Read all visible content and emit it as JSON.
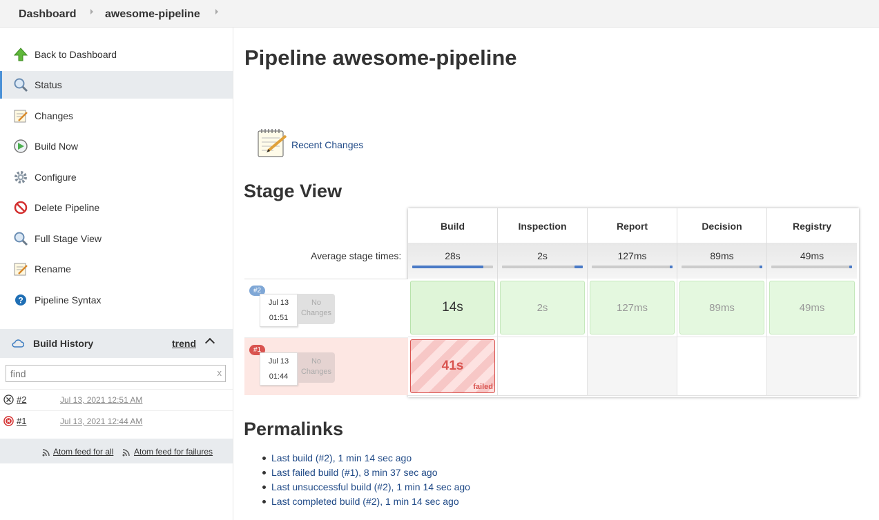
{
  "breadcrumb": {
    "items": [
      "Dashboard",
      "awesome-pipeline"
    ]
  },
  "sidebar": {
    "tasks": [
      {
        "label": "Back to Dashboard",
        "icon": "up-arrow-icon"
      },
      {
        "label": "Status",
        "icon": "magnifier-icon"
      },
      {
        "label": "Changes",
        "icon": "notepad-icon"
      },
      {
        "label": "Build Now",
        "icon": "clock-play-icon"
      },
      {
        "label": "Configure",
        "icon": "gear-icon"
      },
      {
        "label": "Delete Pipeline",
        "icon": "no-entry-icon"
      },
      {
        "label": "Full Stage View",
        "icon": "magnifier-icon"
      },
      {
        "label": "Rename",
        "icon": "notepad-icon"
      },
      {
        "label": "Pipeline Syntax",
        "icon": "help-icon"
      }
    ],
    "active_task": "Status",
    "build_history": {
      "title": "Build History",
      "trend_label": "trend",
      "find_placeholder": "find",
      "find_clear": "x",
      "builds": [
        {
          "number": "#2",
          "time": "Jul 13, 2021 12:51 AM",
          "status": "aborted"
        },
        {
          "number": "#1",
          "time": "Jul 13, 2021 12:44 AM",
          "status": "failed"
        }
      ],
      "feeds": {
        "all": "Atom feed for all",
        "failures": "Atom feed for failures"
      }
    }
  },
  "main": {
    "title": "Pipeline awesome-pipeline",
    "recent_changes_label": "Recent Changes",
    "stage_view": {
      "title": "Stage View",
      "avg_label": "Average stage times:",
      "stages": [
        {
          "name": "Build",
          "avg": "28s",
          "avg_fraction": 0.88
        },
        {
          "name": "Inspection",
          "avg": "2s",
          "avg_fraction": 0.1
        },
        {
          "name": "Report",
          "avg": "127ms",
          "avg_fraction": 0.02
        },
        {
          "name": "Decision",
          "avg": "89ms",
          "avg_fraction": 0.02
        },
        {
          "name": "Registry",
          "avg": "49ms",
          "avg_fraction": 0.02
        }
      ],
      "runs": [
        {
          "badge": "#2",
          "date": "Jul 13",
          "time": "01:51",
          "changes": "No Changes",
          "cells": [
            "14s",
            "2s",
            "127ms",
            "89ms",
            "49ms"
          ],
          "status": "success"
        },
        {
          "badge": "#1",
          "date": "Jul 13",
          "time": "01:44",
          "changes": "No Changes",
          "cells": [
            "41s",
            "",
            "",
            "",
            ""
          ],
          "status": "failed",
          "failed_label": "failed"
        }
      ]
    },
    "permalinks": {
      "title": "Permalinks",
      "links": [
        "Last build (#2), 1 min 14 sec ago",
        "Last failed build (#1), 8 min 37 sec ago",
        "Last unsuccessful build (#2), 1 min 14 sec ago",
        "Last completed build (#2), 1 min 14 sec ago"
      ]
    }
  },
  "colors": {
    "link": "#204a87",
    "success_bg": "#dff5d8",
    "failed": "#d9534f",
    "badge_success": "#7fa7d6",
    "badge_failed": "#d9534f"
  }
}
